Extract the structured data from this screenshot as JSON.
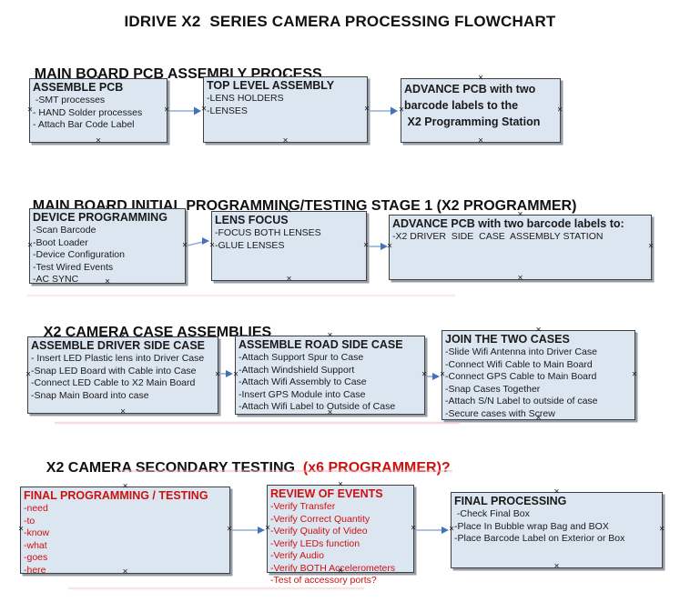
{
  "glyphs": {
    "handle": "×"
  },
  "colors": {
    "red": "#cc1111",
    "box-fill": "#dce6f1",
    "box-border": "#3e4044",
    "arrow-line": "#8fafd4",
    "arrow-head": "#4372b8",
    "text": "#1a1a1a"
  },
  "title": "IDRIVE X2  SERIES CAMERA PROCESSING FLOWCHART",
  "sections": [
    {
      "heading": "MAIN BOARD PCB ASSEMBLY PROCESS",
      "boxes": [
        {
          "title": "ASSEMBLE PCB",
          "items": [
            " -SMT processes",
            "- HAND Solder processes",
            "- Attach Bar Code Label"
          ]
        },
        {
          "title": "TOP LEVEL ASSEMBLY",
          "items": [
            "-LENS HOLDERS",
            "-LENSES"
          ]
        },
        {
          "title_lines": [
            "ADVANCE PCB with two",
            "barcode labels to the",
            " X2 Programming Station"
          ]
        }
      ]
    },
    {
      "heading": "MAIN BOARD INITIAL PROGRAMMING/TESTING STAGE 1 (X2 PROGRAMMER)",
      "boxes": [
        {
          "title": "DEVICE PROGRAMMING",
          "items": [
            "-Scan Barcode",
            "-Boot Loader",
            "-Device Configuration",
            "-Test Wired Events",
            "-AC SYNC"
          ]
        },
        {
          "title": "LENS FOCUS",
          "items": [
            "-FOCUS BOTH LENSES",
            "-GLUE LENSES"
          ]
        },
        {
          "title": "ADVANCE PCB with two barcode labels to:",
          "items": [
            "-X2 DRIVER  SIDE  CASE  ASSEMBLY STATION"
          ]
        }
      ]
    },
    {
      "heading": "X2 CAMERA CASE ASSEMBLIES",
      "boxes": [
        {
          "title": "ASSEMBLE DRIVER SIDE CASE",
          "items": [
            "- Insert LED Plastic lens into Driver Case",
            "-Snap LED Board with Cable into Case",
            "-Connect LED Cable to X2 Main Board",
            "-Snap Main Board into case"
          ]
        },
        {
          "title": "ASSEMBLE ROAD SIDE CASE",
          "items": [
            "-Attach Support Spur to Case",
            "-Attach Windshield Support",
            "-Attach Wifi Assembly to Case",
            "-Insert GPS Module into Case",
            "-Attach Wifi Label to Outside of Case"
          ]
        },
        {
          "title": "JOIN THE TWO CASES",
          "items": [
            "-Slide Wifi Antenna into Driver Case",
            "-Connect Wifi Cable to Main Board",
            "-Connect GPS Cable to Main Board",
            "-Snap Cases Together",
            "-Attach S/N Label to outside of case",
            "-Secure cases with Screw"
          ]
        }
      ]
    },
    {
      "heading": "X2 CAMERA SECONDARY TESTING",
      "heading_suffix": "  (x6 PROGRAMMER)?",
      "boxes": [
        {
          "title": "FINAL PROGRAMMING / TESTING",
          "items": [
            "-need",
            "-to",
            "-know",
            "-what",
            "-goes",
            "-here"
          ]
        },
        {
          "title": "REVIEW OF EVENTS",
          "items": [
            "-Verify Transfer",
            "-Verify Correct Quantity",
            "-Verify Quality of Video",
            "-Verify LEDs function",
            "-Verify Audio",
            "-Verify BOTH Accelerometers",
            "-Test of accessory ports?"
          ]
        },
        {
          "title": "FINAL PROCESSING",
          "items": [
            " -Check Final Box",
            "-Place In Bubble wrap Bag and BOX",
            "-Place Barcode Label on Exterior or Box"
          ]
        }
      ]
    }
  ]
}
